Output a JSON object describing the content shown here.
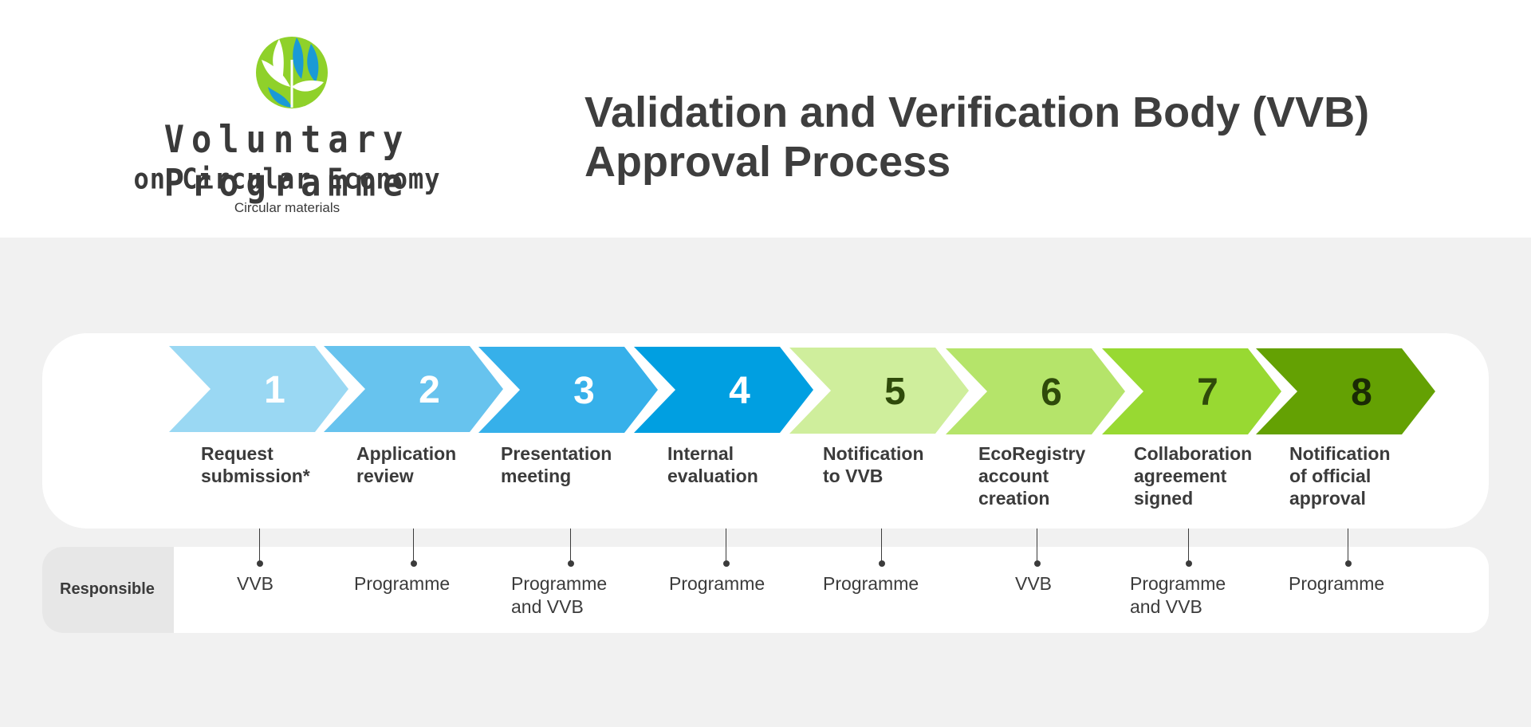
{
  "logo": {
    "line1": "Voluntary Programme",
    "line2": "on Circular Economy",
    "line3": "Circular materials",
    "colors": {
      "green": "#8fd12a",
      "blue": "#1a9ad6"
    }
  },
  "title": "Validation and Verification Body (VVB)\nApproval Process",
  "responsible_label": "Responsible",
  "steps": [
    {
      "number": "1",
      "label": "Request\nsubmission*",
      "responsible": "VVB",
      "color": "#9ad8f3",
      "number_color": "#ffffff"
    },
    {
      "number": "2",
      "label": "Application\nreview",
      "responsible": "Programme",
      "color": "#67c3ee",
      "number_color": "#ffffff"
    },
    {
      "number": "3",
      "label": "Presentation\nmeeting",
      "responsible": "Programme\nand VVB",
      "color": "#36b0ea",
      "number_color": "#ffffff"
    },
    {
      "number": "4",
      "label": "Internal\nevaluation",
      "responsible": "Programme",
      "color": "#009fe1",
      "number_color": "#ffffff"
    },
    {
      "number": "5",
      "label": "Notification\nto VVB",
      "responsible": "Programme",
      "color": "#cfee9c",
      "number_color": "#2f4a0a"
    },
    {
      "number": "6",
      "label": "EcoRegistry\naccount\ncreation",
      "responsible": "VVB",
      "color": "#b5e46a",
      "number_color": "#2f4a0a"
    },
    {
      "number": "7",
      "label": "Collaboration\nagreement\nsigned",
      "responsible": "Programme\nand VVB",
      "color": "#98d932",
      "number_color": "#2f4a0a"
    },
    {
      "number": "8",
      "label": "Notification\nof official\napproval",
      "responsible": "Programme",
      "color": "#64a103",
      "number_color": "#1a2a05"
    }
  ]
}
